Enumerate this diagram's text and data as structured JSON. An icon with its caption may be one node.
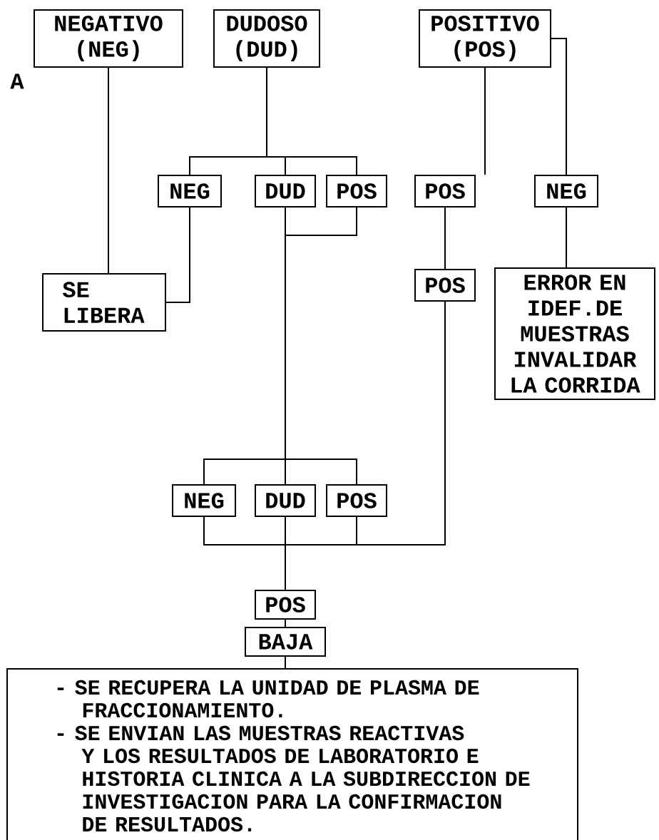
{
  "diagram": {
    "nodes": [
      {
        "text": [
          "NEGATIVO (NEG)"
        ]
      },
      {
        "text": [
          "DUDOSO (DUD)"
        ]
      },
      {
        "text": [
          "POSITIVO (POS)"
        ]
      },
      {
        "text": [
          "NEG"
        ]
      },
      {
        "text": [
          "DUD"
        ]
      },
      {
        "text": [
          "POS"
        ]
      },
      {
        "text": [
          "POS"
        ]
      },
      {
        "text": [
          "NEG"
        ]
      },
      {
        "text": [
          "SE LIBERA"
        ]
      },
      {
        "text": [
          "POS"
        ]
      },
      {
        "text": [
          "ERROR EN IDEF.DE MUESTRAS INVALIDAR LA CORRIDA"
        ]
      },
      {
        "text": [
          "NEG"
        ]
      },
      {
        "text": [
          "DUD"
        ]
      },
      {
        "text": [
          "POS"
        ]
      },
      {
        "text": [
          "POS"
        ]
      },
      {
        "text": [
          "BAJA"
        ]
      },
      {
        "text": [
          "- SE RECUPERA LA UNIDAD DE PLASMA DE FRACCIONAMIENTO.",
          "- SE ENVIAN LAS MUESTRAS REACTIVAS Y LOS RESULTADOS DE LABORATORIO E HISTORIA CLINICA A LA SUBDIRECCION DE INVESTIGACION PARA LA CONFIRMACION DE RESULTADOS."
        ]
      }
    ],
    "edges": [
      {
        "from": 0,
        "to": 8,
        "arrow": "none"
      },
      {
        "from": 1,
        "to": 3,
        "arrow": "none"
      },
      {
        "from": 1,
        "to": 4,
        "arrow": "none"
      },
      {
        "from": 1,
        "to": 5,
        "arrow": "none"
      },
      {
        "from": 3,
        "to": 8,
        "arrow": "none"
      },
      {
        "from": 4,
        "to": 11,
        "arrow": "none"
      },
      {
        "from": 4,
        "to": 12,
        "arrow": "none"
      },
      {
        "from": 4,
        "to": 13,
        "arrow": "none"
      },
      {
        "from": 5,
        "to": 11,
        "arrow": "none"
      },
      {
        "from": 5,
        "to": 12,
        "arrow": "none"
      },
      {
        "from": 5,
        "to": 13,
        "arrow": "none"
      },
      {
        "from": 2,
        "to": 6,
        "arrow": "none"
      },
      {
        "from": 6,
        "to": 9,
        "arrow": "none"
      },
      {
        "from": 2,
        "to": 7,
        "arrow": "none"
      },
      {
        "from": 7,
        "to": 10,
        "arrow": "none"
      },
      {
        "from": 11,
        "to": 14,
        "arrow": "none"
      },
      {
        "from": 12,
        "to": 14,
        "arrow": "none"
      },
      {
        "from": 13,
        "to": 14,
        "arrow": "none"
      },
      {
        "from": 9,
        "to": 14,
        "arrow": "none"
      },
      {
        "from": 14,
        "to": 15,
        "arrow": "none"
      },
      {
        "from": 15,
        "to": 16,
        "arrow": "none"
      }
    ],
    "labels": [
      "A"
    ]
  }
}
